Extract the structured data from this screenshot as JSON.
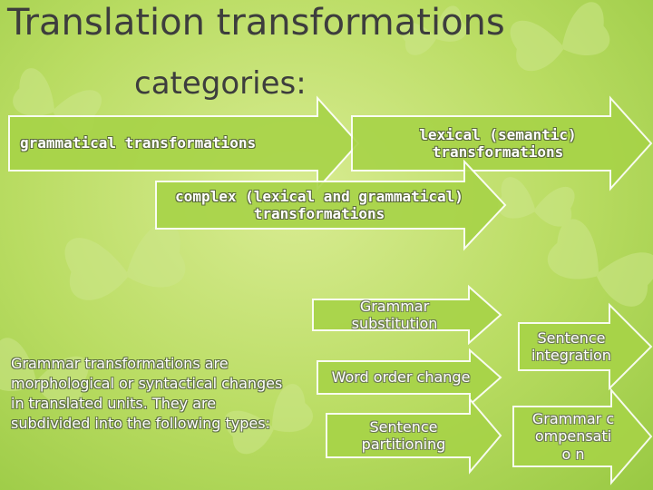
{
  "slide": {
    "title": "Translation transformations",
    "subtitle": "categories:"
  },
  "categories": {
    "grammatical": "grammatical transformations",
    "lexical": "lexical (semantic) transformations",
    "complex": "complex (lexical and grammatical) transformations"
  },
  "description": {
    "line1": "Grammar transformations are",
    "line2": "morphological or syntactical changes",
    "line3": "in translated units. They are",
    "line4": "subdivided into the following types:"
  },
  "types": {
    "grammar_substitution": "Grammar substitution",
    "word_order_change": "Word order change",
    "sentence_partitioning": "Sentence partitioning",
    "sentence_integration": "Sentence integration",
    "grammar_compensation": "Grammar compensatio n"
  },
  "colors": {
    "background": "#b9dc62",
    "arrow_fill": "#a7d347",
    "arrow_stroke": "#ffffff",
    "title_text": "#3d3d3d"
  },
  "decoration": "butterfly-silhouettes"
}
